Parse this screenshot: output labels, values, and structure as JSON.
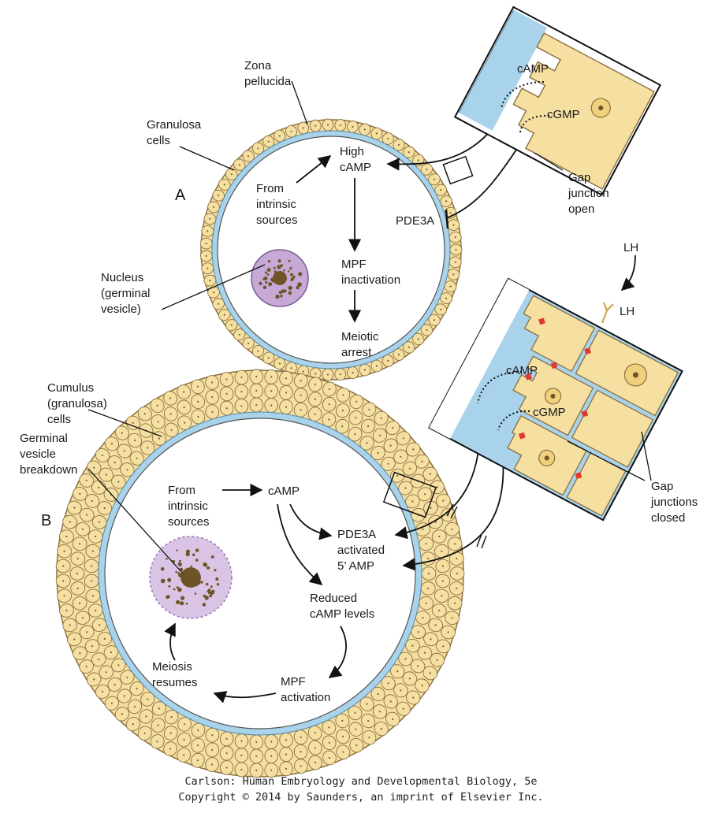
{
  "panel_a": {
    "letter": "A",
    "zona_pellucida": [
      "Zona",
      "pellucida"
    ],
    "granulosa_cells": [
      "Granulosa",
      "cells"
    ],
    "from_intrinsic": [
      "From",
      "intrinsic",
      "sources"
    ],
    "high_camp": [
      "High",
      "cAMP"
    ],
    "pde3a": "PDE3A",
    "mpf_inactivation": [
      "MPF",
      "inactivation"
    ],
    "meiotic_arrest": [
      "Meiotic",
      "arrest"
    ],
    "nucleus": [
      "Nucleus",
      "(germinal",
      "vesicle)"
    ],
    "inset": {
      "camp": "cAMP",
      "cgmp": "cGMP",
      "gap_junction": [
        "Gap",
        "junction",
        "open"
      ]
    }
  },
  "panel_b": {
    "letter": "B",
    "cumulus_cells": [
      "Cumulus",
      "(granulosa)",
      "cells"
    ],
    "germinal_breakdown": [
      "Germinal",
      "vesicle",
      "breakdown"
    ],
    "from_intrinsic": [
      "From",
      "intrinsic",
      "sources"
    ],
    "camp": "cAMP",
    "pde3a_activated": [
      "PDE3A",
      "activated",
      "5’ AMP"
    ],
    "reduced_camp": [
      "Reduced",
      "cAMP levels"
    ],
    "mpf_activation": [
      "MPF",
      "activation"
    ],
    "meiosis_resumes": [
      "Meiosis",
      "resumes"
    ],
    "inset": {
      "lh_outside": "LH",
      "lh_receptor": "LH",
      "camp": "cAMP",
      "cgmp": "cGMP",
      "gap_junctions": [
        "Gap",
        "junctions",
        "closed"
      ]
    }
  },
  "credit": {
    "line1": "Carlson: Human Embryology and Developmental Biology, 5e",
    "line2": "Copyright © 2014 by Saunders, an imprint of Elsevier Inc."
  },
  "colors": {
    "cell_fill": "#f5dfa1",
    "cell_stroke": "#8a7040",
    "zona_blue": "#a9d3ea",
    "nucleus_purple": "#c7a9d8",
    "chromatin": "#6e5424",
    "gap_closed": "#e03a2e"
  }
}
